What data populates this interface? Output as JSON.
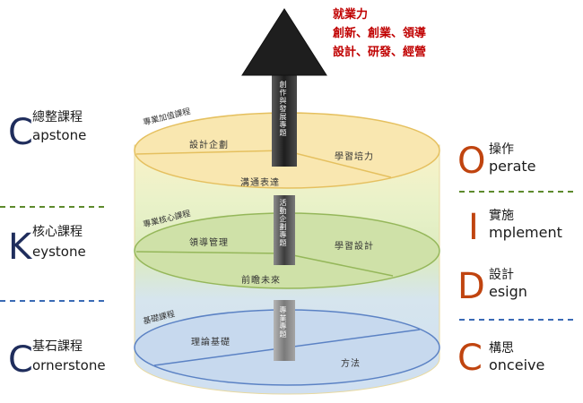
{
  "top_outcomes": {
    "line1": "就業力",
    "line2": "創新、創業、領導",
    "line3": "設計、研發、經營"
  },
  "arrow_label": "創作與發展專題",
  "tiers": [
    {
      "title": "專業加值課程",
      "segments": [
        "設計企劃",
        "學習培力",
        "溝通表達"
      ],
      "center_label": "",
      "color": "#f9e7b0"
    },
    {
      "title": "專業核心課程",
      "segments": [
        "領導管理",
        "學習設計",
        "前瞻未來"
      ],
      "center_label": "活動企劃專題",
      "color": "#cfe1a8"
    },
    {
      "title": "基礎課程",
      "segments": [
        "理論基礎",
        "方法"
      ],
      "center_label": "專業專題",
      "color": "#c7d9ee"
    }
  ],
  "left_stages": [
    {
      "letter": "C",
      "rest": "apstone",
      "chinese": "總整課程"
    },
    {
      "letter": "K",
      "rest": "eystone",
      "chinese": "核心課程"
    },
    {
      "letter": "C",
      "rest": "ornerstone",
      "chinese": "基石課程"
    }
  ],
  "right_stages": [
    {
      "letter": "O",
      "rest": "perate",
      "chinese": "操作"
    },
    {
      "letter": "I",
      "rest": "mplement",
      "chinese": "實施"
    },
    {
      "letter": "D",
      "rest": "esign",
      "chinese": "設計"
    },
    {
      "letter": "C",
      "rest": "onceive",
      "chinese": "構思"
    }
  ],
  "colors": {
    "dark_blue": "#1f2d5c",
    "orange": "#c0440f",
    "red": "#c00000",
    "green_dash": "#5d8a2c",
    "blue_dash": "#3a6ab5"
  }
}
